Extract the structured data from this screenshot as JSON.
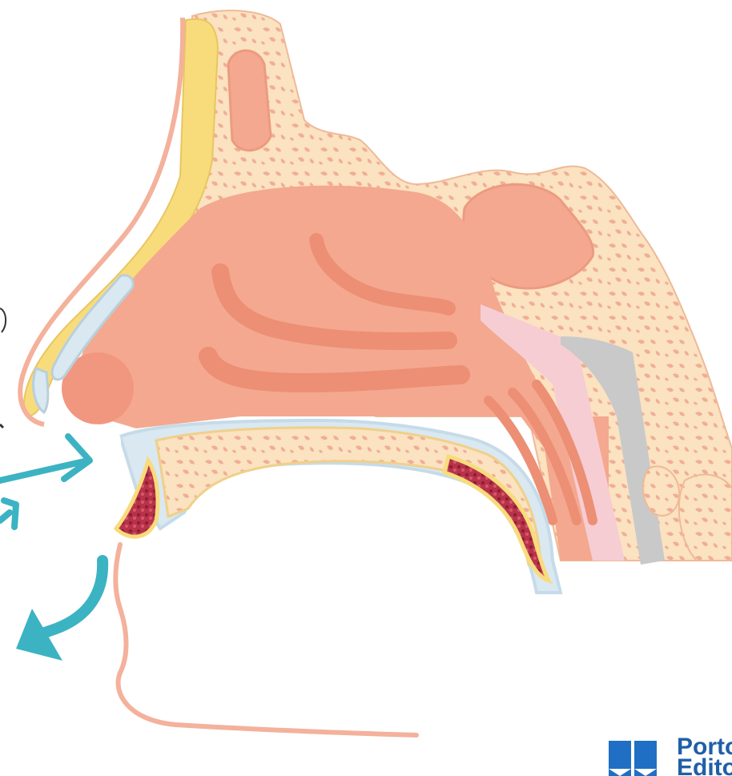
{
  "diagram": {
    "subject": "sagittal-section-of-nose-and-nasal-cavity",
    "colors": {
      "background": "#ffffff",
      "skin": "#f5b9a0",
      "skin_edge": "#eea88d",
      "nasal_cavity": "#f4a88f",
      "turbinate": "#ec8f74",
      "bone": "#fbe2c0",
      "bone_pore": "#f0ae95",
      "fat_layer": "#f8dc7c",
      "cartilage": "#d9e8f1",
      "mucosa_pink": "#f6cdd3",
      "gray_band": "#c9c9c9",
      "red_tissue": "#b8334a",
      "arrow": "#3cb3c3"
    },
    "arrows": [
      {
        "id": "inflow-arrow",
        "direction": "right"
      },
      {
        "id": "partial-arrow-upper",
        "direction": "up-right"
      },
      {
        "id": "outflow-arrow",
        "direction": "down-left"
      }
    ]
  },
  "logo": {
    "line1": "Porto",
    "line2": "Editora",
    "color": "#1f5fa8",
    "icon": "book-logo-icon"
  }
}
